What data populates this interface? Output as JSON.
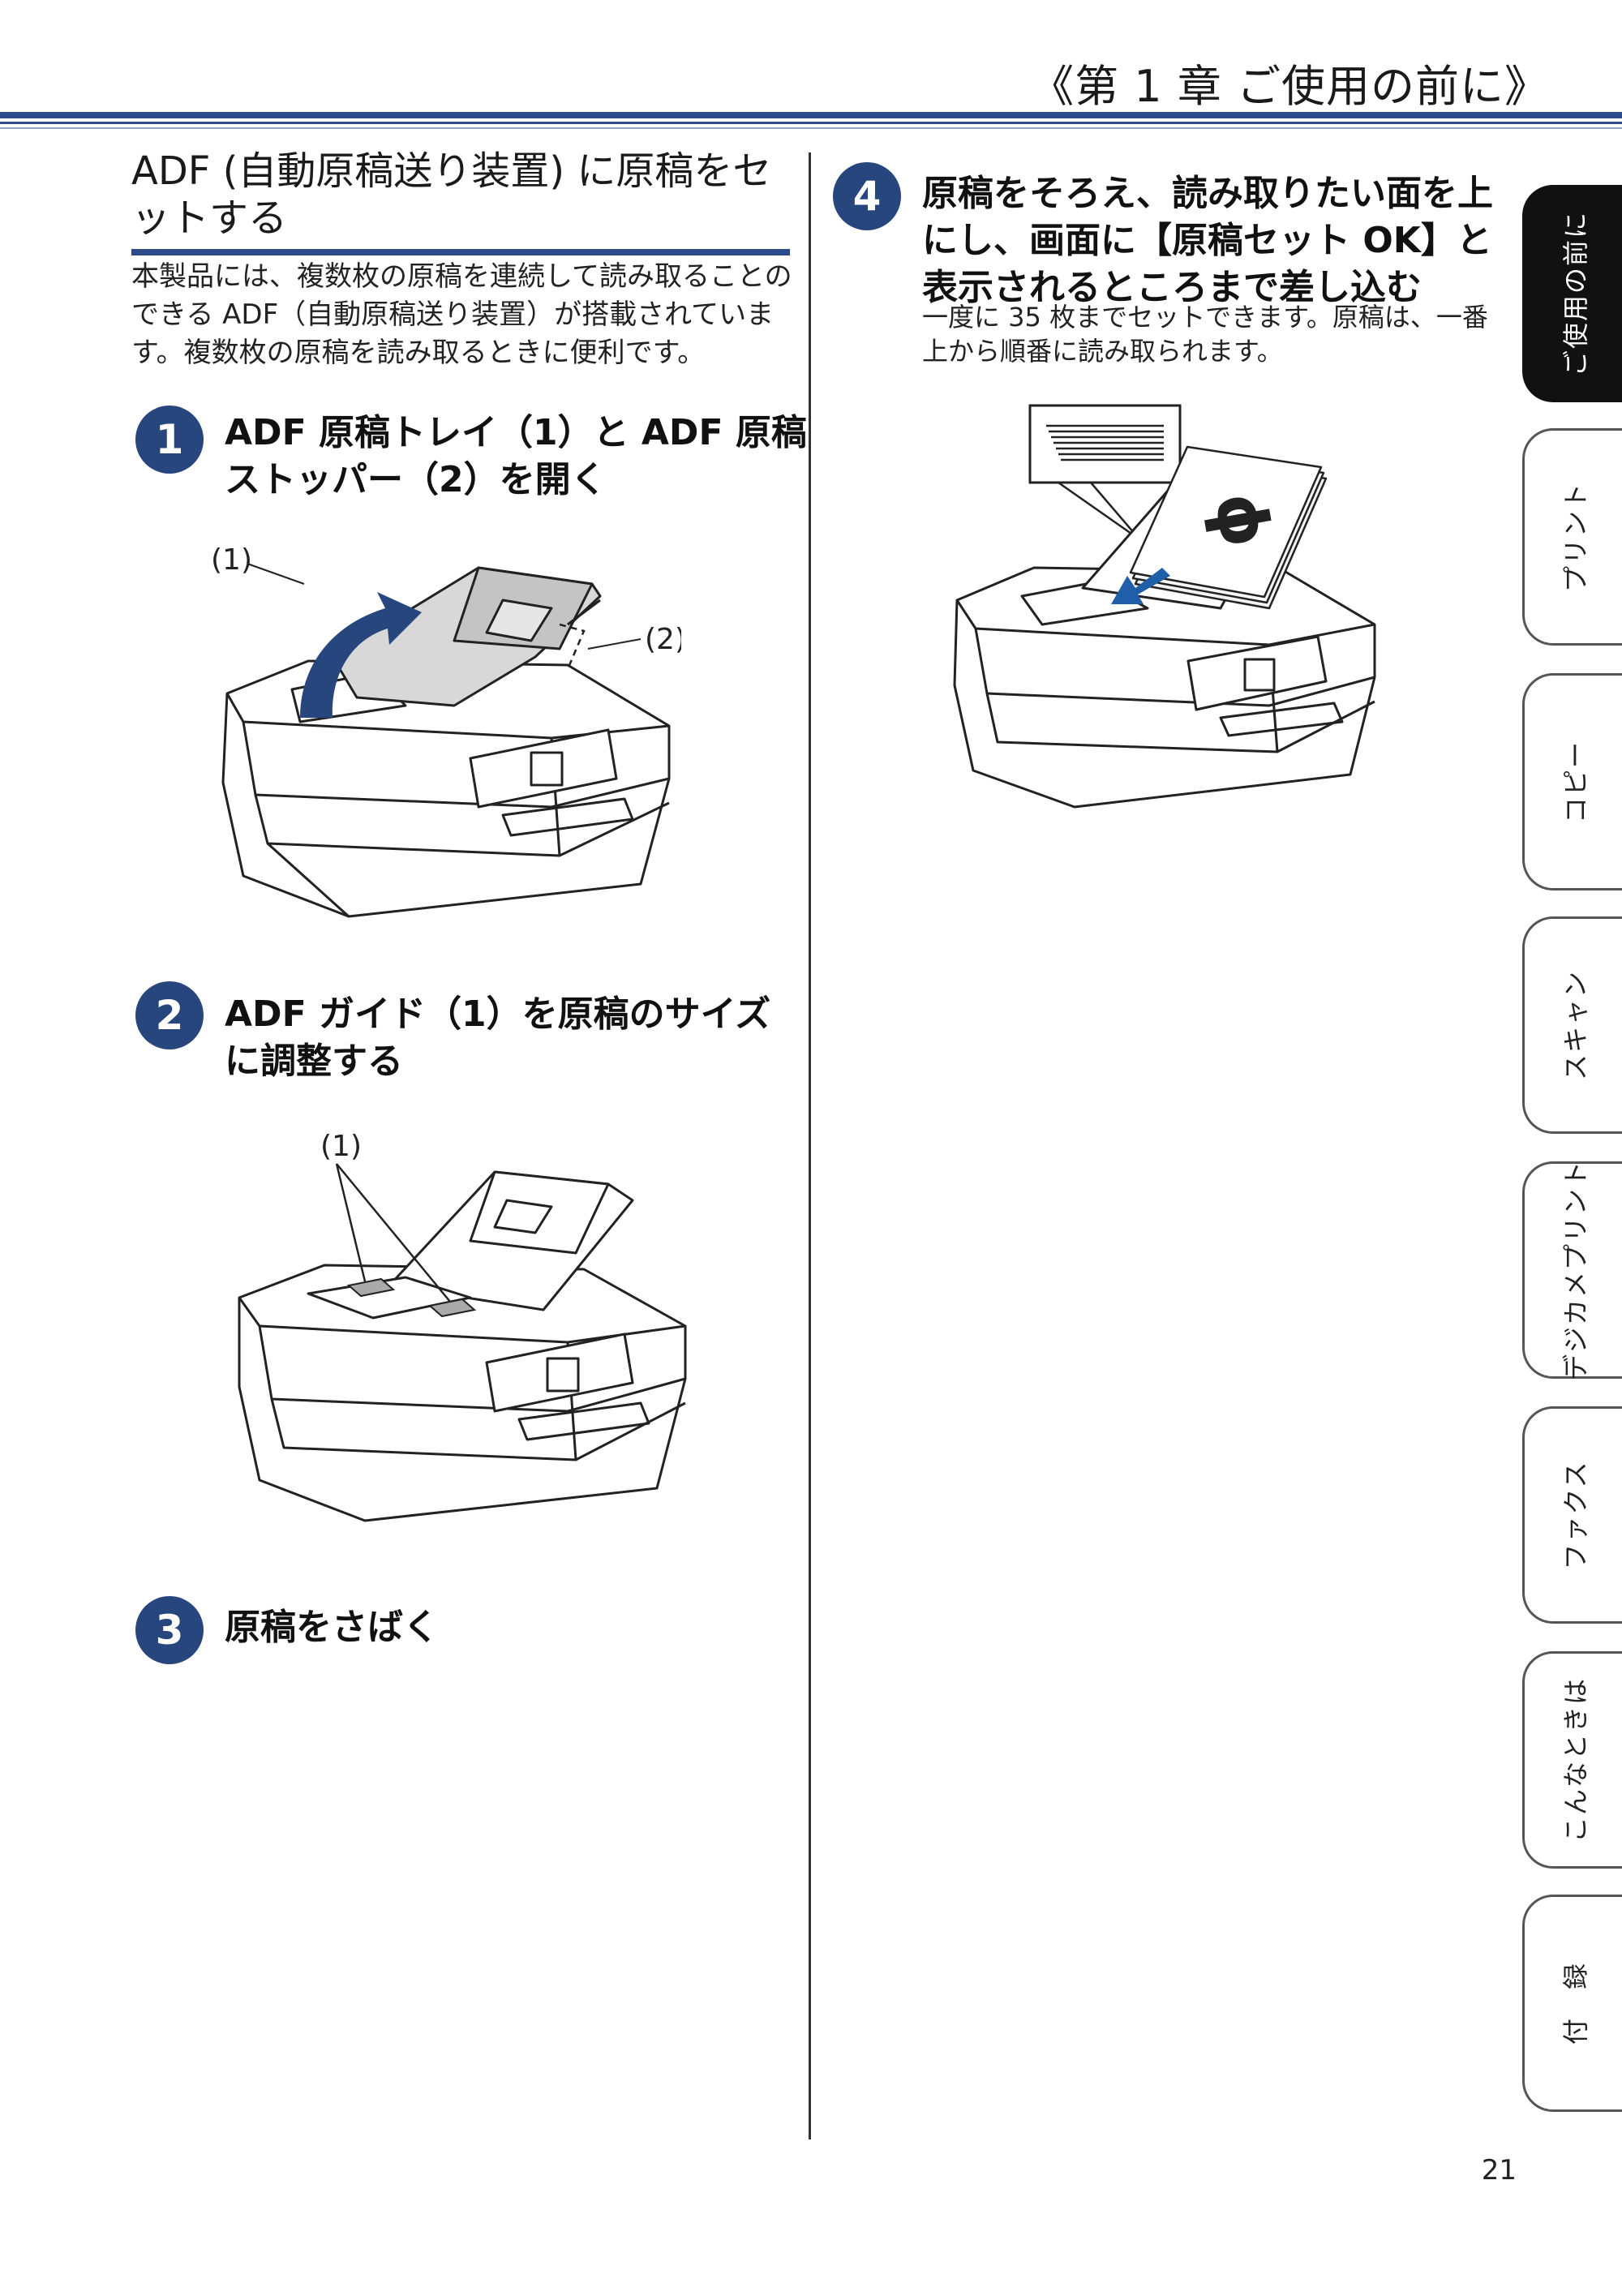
{
  "header": {
    "chapter": "《第 1 章 ご使用の前に》"
  },
  "section": {
    "title": "ADF (自動原稿送り装置) に原稿をセットする",
    "intro": "本製品には、複数枚の原稿を連続して読み取ることのできる ADF（自動原稿送り装置）が搭載されています。複数枚の原稿を読み取るときに便利です。"
  },
  "steps": [
    {
      "number": "1",
      "heading": "ADF 原稿トレイ（1）と ADF 原稿ストッパー（2）を開く"
    },
    {
      "number": "2",
      "heading": "ADF ガイド（1）を原稿のサイズに調整する"
    },
    {
      "number": "3",
      "heading": "原稿をさばく"
    },
    {
      "number": "4",
      "heading": "原稿をそろえ、読み取りたい面を上にし、画面に【原稿セット OK】と表示されるところまで差し込む",
      "body": "一度に 35 枚までセットできます。原稿は、一番上から順番に読み取られます。"
    }
  ],
  "figures": {
    "fig1": {
      "label1": "(1)",
      "label2": "(2)"
    },
    "fig2": {
      "label1": "(1)"
    },
    "fig4": {
      "doc_mark": "ϕ"
    }
  },
  "tabs": [
    {
      "label": "ご使用の前に",
      "active": true
    },
    {
      "label": "プリント",
      "active": false
    },
    {
      "label": "コピー",
      "active": false
    },
    {
      "label": "スキャン",
      "active": false
    },
    {
      "label": "デジカメプリント",
      "active": false
    },
    {
      "label": "ファクス",
      "active": false
    },
    {
      "label": "こんなときは",
      "active": false
    },
    {
      "label": "付　録",
      "active": false
    }
  ],
  "page_number": "21",
  "colors": {
    "accent": "#27467e",
    "rule": "#2d4a8a"
  }
}
